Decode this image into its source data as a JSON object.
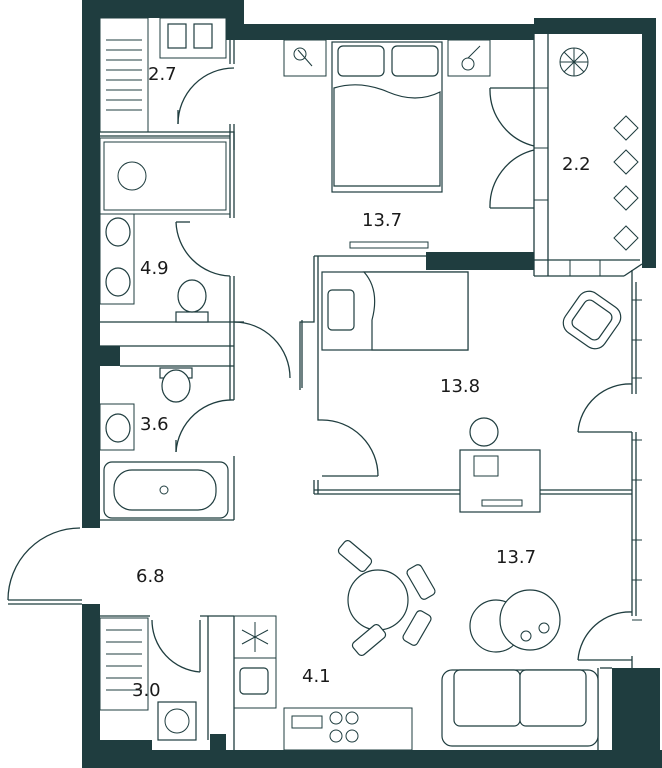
{
  "colors": {
    "wall": "#1f3d3f",
    "background": "#ffffff",
    "furniture_line": "#1f3d3f"
  },
  "rooms": [
    {
      "id": "wardrobe_top",
      "area": "2.7"
    },
    {
      "id": "balcony",
      "area": "2.2"
    },
    {
      "id": "bedroom_main",
      "area": "13.7"
    },
    {
      "id": "bathroom",
      "area": "4.9"
    },
    {
      "id": "bedroom_second",
      "area": "13.8"
    },
    {
      "id": "toilet_bath",
      "area": "3.6"
    },
    {
      "id": "hall",
      "area": "6.8"
    },
    {
      "id": "living",
      "area": "13.7"
    },
    {
      "id": "laundry",
      "area": "3.0"
    },
    {
      "id": "kitchen",
      "area": "4.1"
    }
  ],
  "icons": [
    "bed-icon",
    "sofa-icon",
    "armchair-icon",
    "dining-table-icon",
    "bathtub-icon",
    "toilet-icon",
    "sink-icon",
    "washing-machine-icon",
    "stove-icon",
    "fridge-snowflake-icon",
    "plant-icon",
    "desk-icon",
    "shelving-icon"
  ]
}
